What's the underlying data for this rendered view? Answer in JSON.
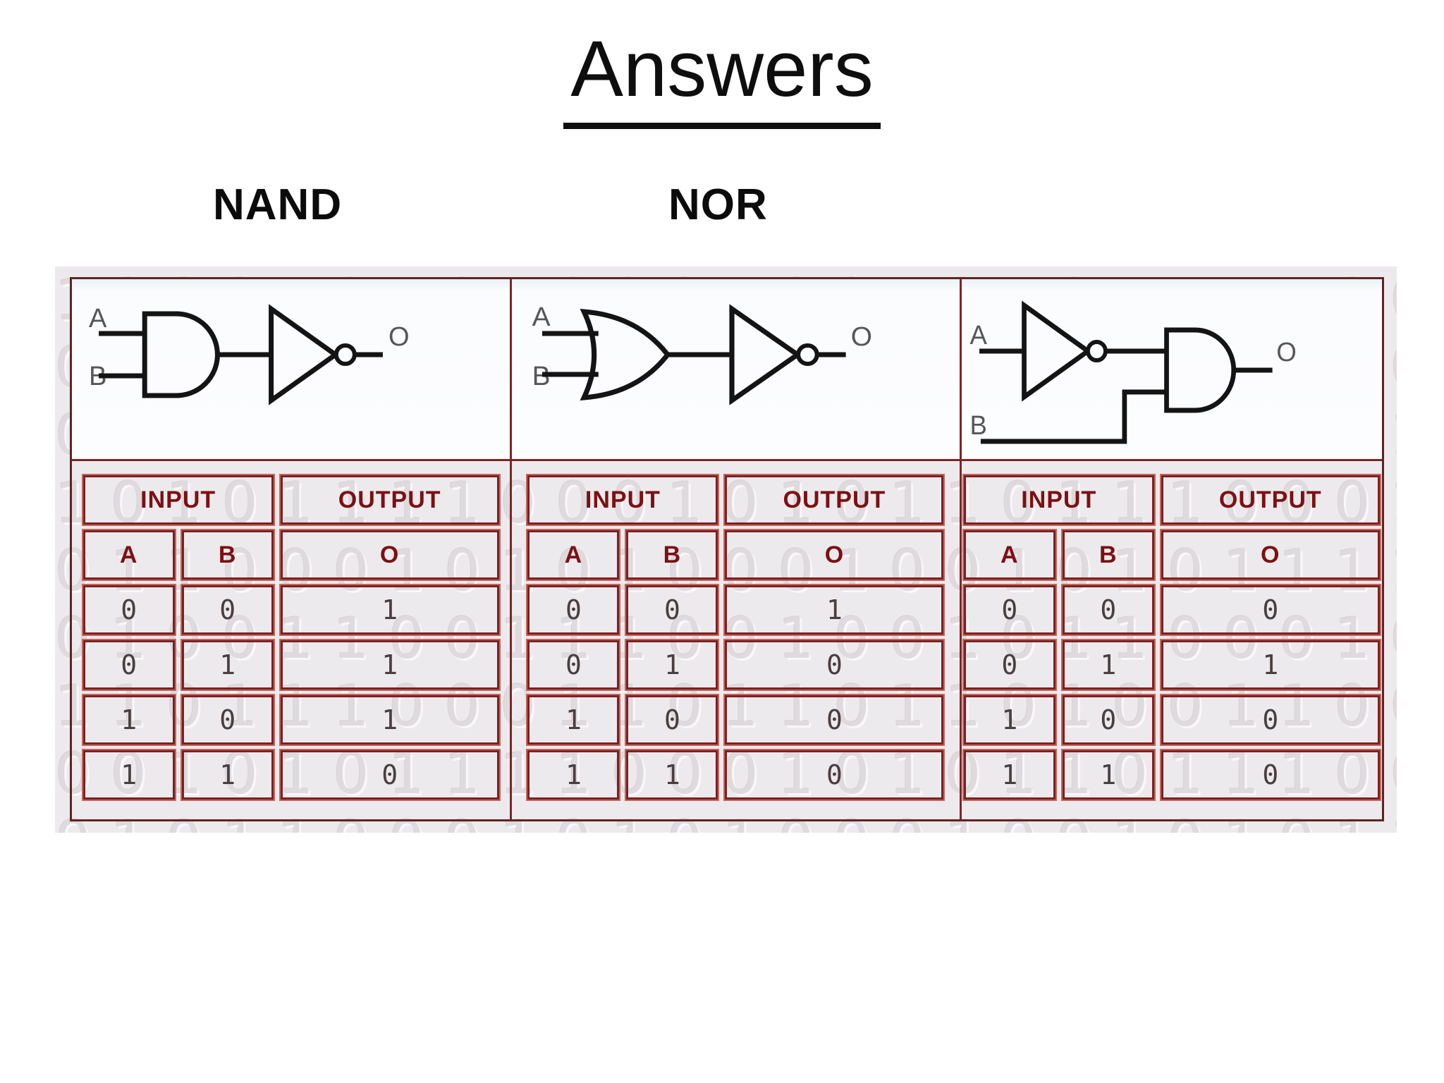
{
  "title": "Answers",
  "section_labels": {
    "nand": "NAND",
    "nor": "NOR"
  },
  "colors": {
    "table_border": "#7b2123",
    "table_border_outer": "#c4685c",
    "header_text": "#7c1012",
    "value_text": "#4a3e3e",
    "panel_background": "#edeaed",
    "gate_stroke": "#141414",
    "pin_label": "#565656"
  },
  "columns": [
    {
      "name": "nand-equivalent",
      "gates": [
        "AND",
        "NOT"
      ],
      "circuit": {
        "input_a": "A",
        "input_b": "B",
        "output": "O"
      },
      "table": {
        "input_header": "INPUT",
        "output_header": "OUTPUT",
        "col_a": "A",
        "col_b": "B",
        "col_o": "O",
        "rows": [
          [
            "0",
            "0",
            "1"
          ],
          [
            "0",
            "1",
            "1"
          ],
          [
            "1",
            "0",
            "1"
          ],
          [
            "1",
            "1",
            "0"
          ]
        ]
      }
    },
    {
      "name": "nor-equivalent",
      "gates": [
        "OR",
        "NOT"
      ],
      "circuit": {
        "input_a": "A",
        "input_b": "B",
        "output": "O"
      },
      "table": {
        "input_header": "INPUT",
        "output_header": "OUTPUT",
        "col_a": "A",
        "col_b": "B",
        "col_o": "O",
        "rows": [
          [
            "0",
            "0",
            "1"
          ],
          [
            "0",
            "1",
            "0"
          ],
          [
            "1",
            "0",
            "0"
          ],
          [
            "1",
            "1",
            "0"
          ]
        ]
      }
    },
    {
      "name": "not-a-and-b",
      "gates": [
        "NOT",
        "AND"
      ],
      "circuit": {
        "input_a": "A",
        "input_b": "B",
        "output": "O"
      },
      "table": {
        "input_header": "INPUT",
        "output_header": "OUTPUT",
        "col_a": "A",
        "col_b": "B",
        "col_o": "O",
        "rows": [
          [
            "0",
            "0",
            "0"
          ],
          [
            "0",
            "1",
            "1"
          ],
          [
            "1",
            "0",
            "0"
          ],
          [
            "1",
            "1",
            "0"
          ]
        ]
      }
    }
  ]
}
